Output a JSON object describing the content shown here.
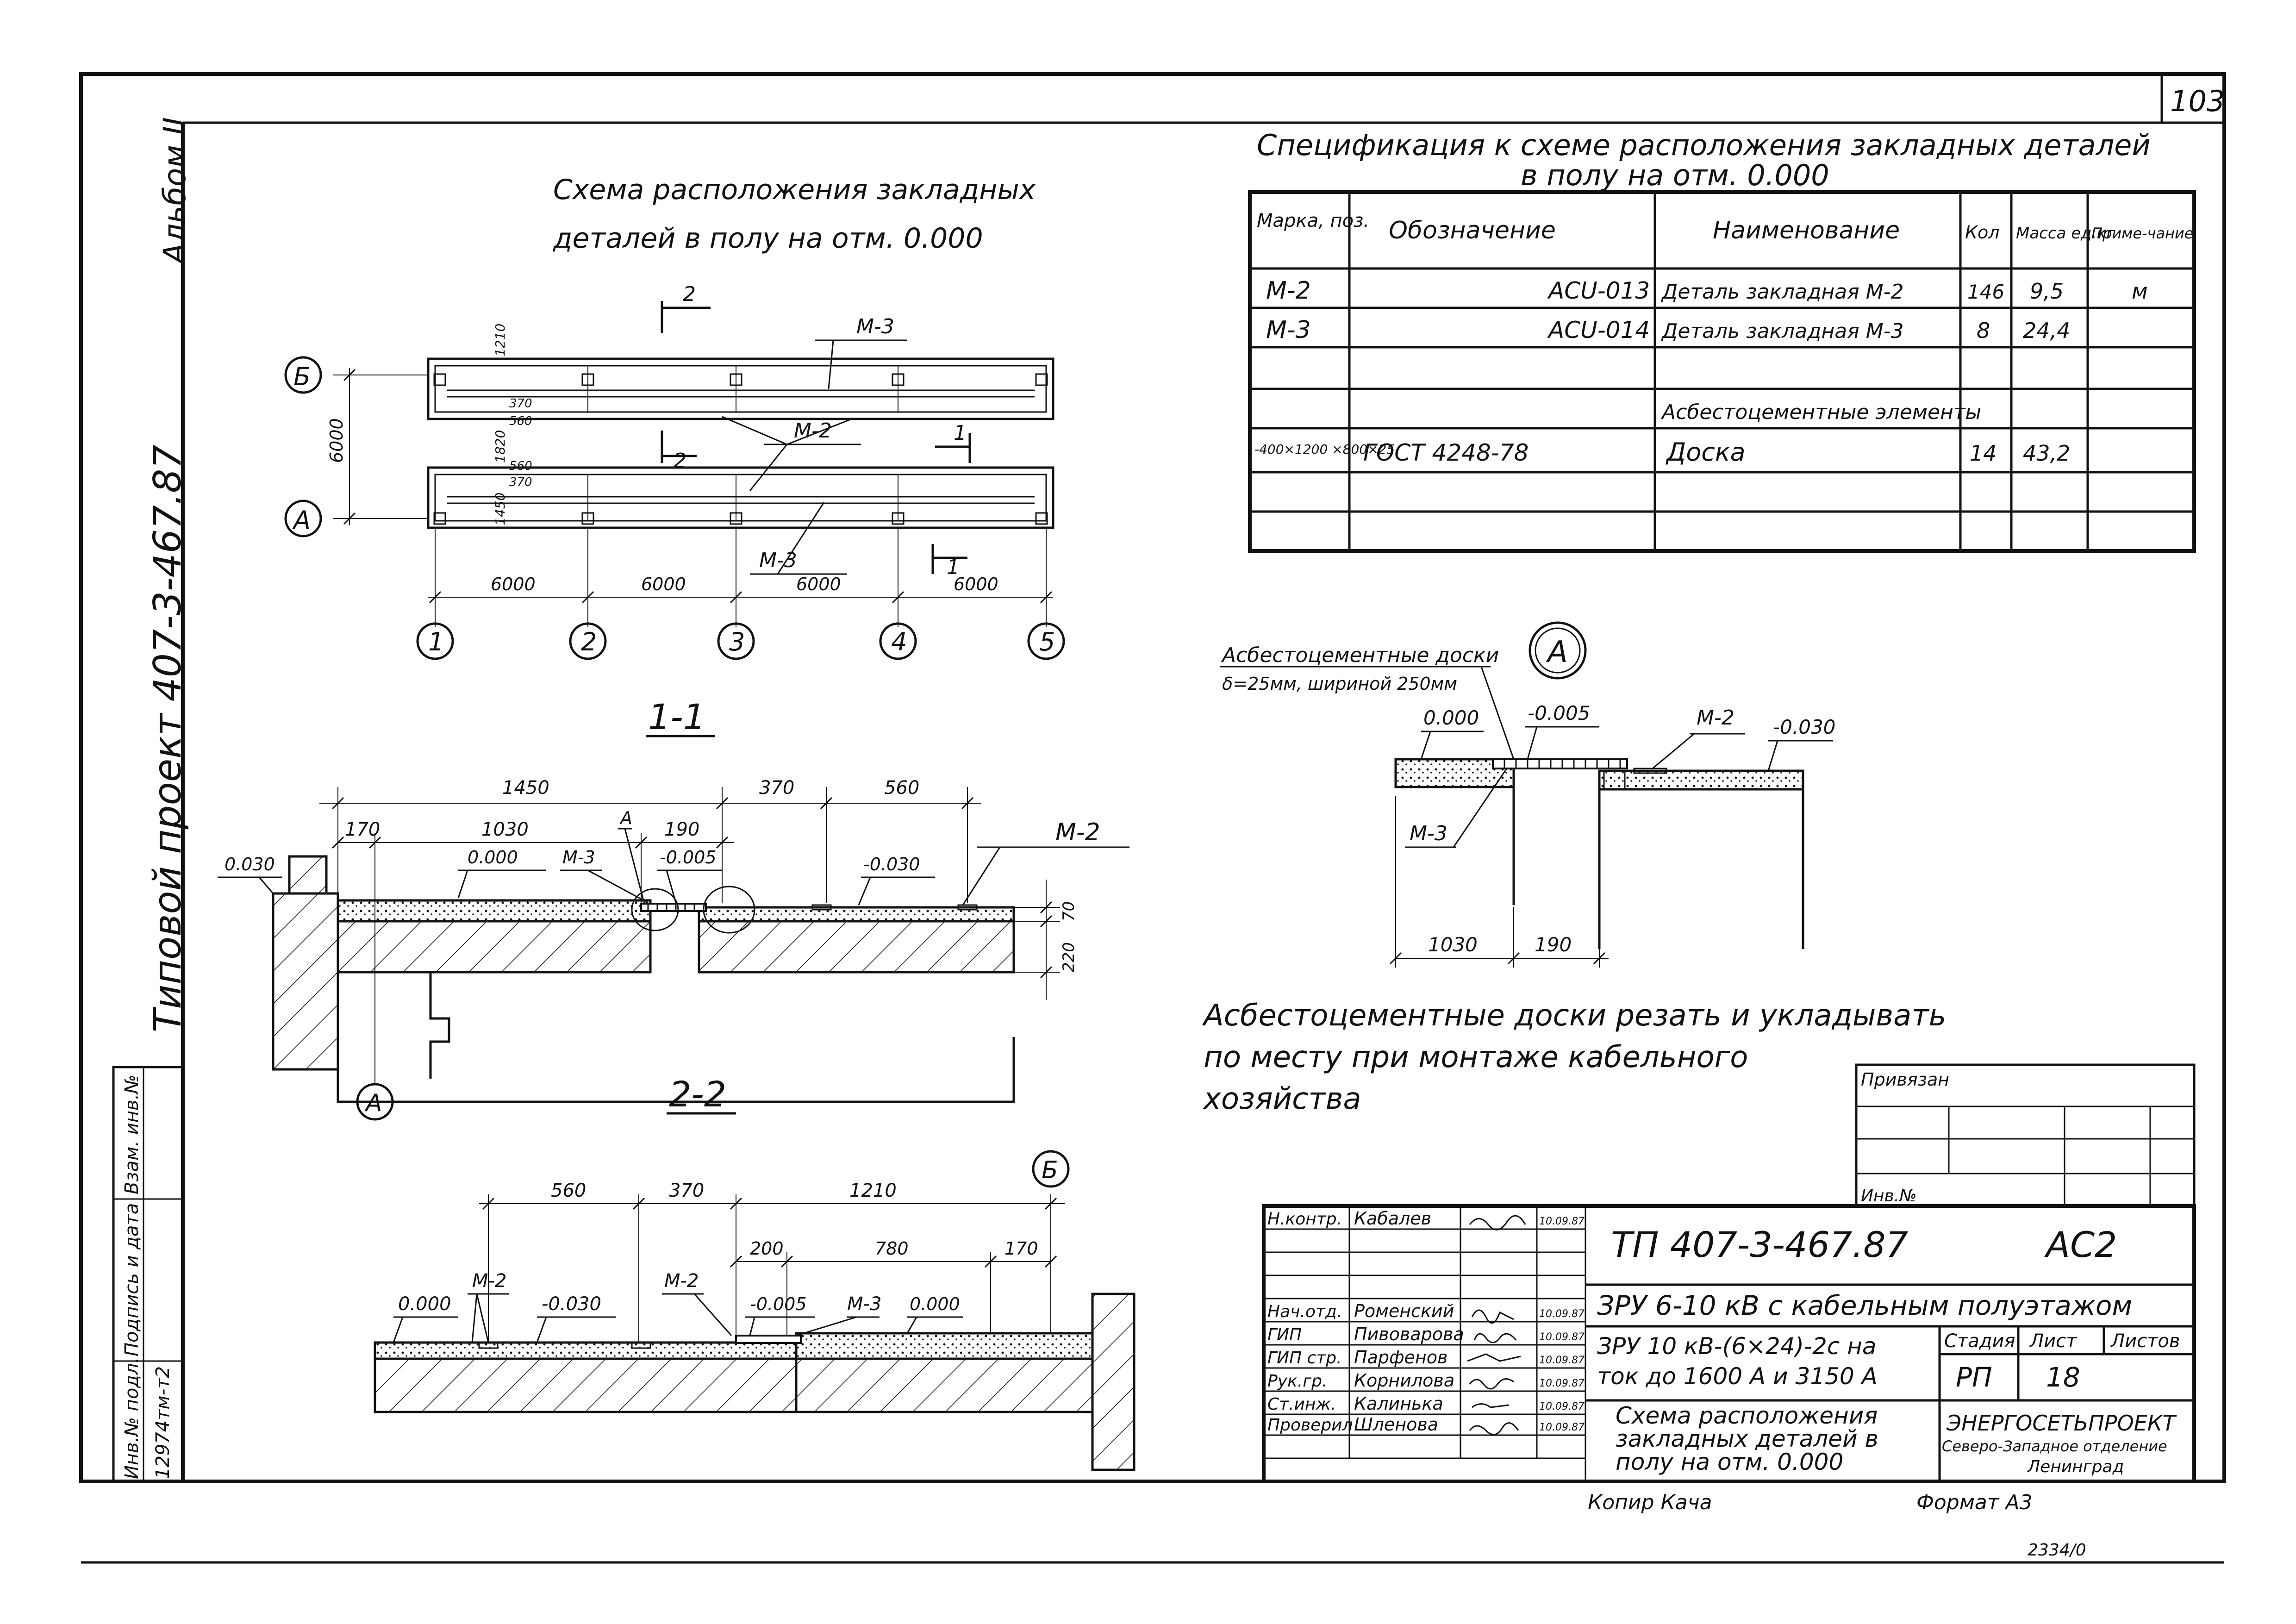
{
  "page_number": "103",
  "album": "Альбом II",
  "project_side": "Типовой проект  407-3-467.87",
  "side_stamp": {
    "labels": [
      "Инв.№ подл.",
      "Подпись и дата",
      "Взам. инв.№"
    ],
    "inv_number": "12974тм-т2"
  },
  "plan": {
    "title_line1": "Схема расположения закладных",
    "title_line2": "деталей в полу на отм. 0.000",
    "axes_letters": [
      "Б",
      "А"
    ],
    "axes_numbers": [
      "1",
      "2",
      "3",
      "4",
      "5"
    ],
    "dim_spans": [
      "6000",
      "6000",
      "6000",
      "6000"
    ],
    "dim_vertical": "6000",
    "dim_side": [
      "1210",
      "370",
      "560",
      "1820",
      "560",
      "370",
      "1450"
    ],
    "labels": {
      "m3_top": "М-3",
      "m2": "М-2",
      "m3_bottom": "М-3"
    },
    "section_marks": [
      "2",
      "2",
      "1",
      "1"
    ]
  },
  "section_1_1": {
    "title": "1-1",
    "dims_top": [
      "1450",
      "370",
      "560"
    ],
    "dims_sub": [
      "170",
      "1030",
      "190"
    ],
    "levels": [
      "0.030",
      "0.000",
      "-0.005",
      "-0.030"
    ],
    "labels": [
      "А",
      "М-3",
      "М-2"
    ],
    "dims_right": [
      "70",
      "220"
    ],
    "axis": "А"
  },
  "section_2_2": {
    "title": "2-2",
    "dims_top": [
      "560",
      "370",
      "1210"
    ],
    "dims_sub": [
      "200",
      "780",
      "170"
    ],
    "levels": [
      "0.000",
      "-0.030",
      "-0.005",
      "0.000"
    ],
    "labels": [
      "М-2",
      "М-2",
      "М-3"
    ],
    "axis": "Б"
  },
  "spec": {
    "title_line1": "Спецификация  к схеме  расположения  закладных  деталей",
    "title_line2": "в полу  на отм. 0.000",
    "headers": [
      "Марка, поз.",
      "Обозначение",
      "Наименование",
      "Кол",
      "Масса ед.кг",
      "Приме-чание"
    ],
    "rows": [
      [
        "М-2",
        "АСU-013",
        "Деталь закладная  М-2",
        "146",
        "9,5",
        "м"
      ],
      [
        "М-3",
        "АСU-014",
        "Деталь закладная М-3",
        "8",
        "24,4",
        ""
      ],
      [
        "",
        "",
        "",
        "",
        "",
        ""
      ],
      [
        "",
        "",
        "Асбестоцементные элементы",
        "",
        "",
        ""
      ],
      [
        "-400×1200 ×800×25",
        "ГОСТ  4248-78",
        "Доска",
        "14",
        "43,2",
        ""
      ],
      [
        "",
        "",
        "",
        "",
        "",
        ""
      ],
      [
        "",
        "",
        "",
        "",
        "",
        ""
      ]
    ]
  },
  "detail_a": {
    "marker": "А",
    "note_line1": "Асбестоцементные доски",
    "note_line2": "δ=25мм, шириной 250мм",
    "levels": [
      "0.000",
      "-0.005",
      "-0.030"
    ],
    "labels": [
      "М-2",
      "М-3"
    ],
    "dims": [
      "1030",
      "190"
    ]
  },
  "note": {
    "line1": "Асбестоцементные доски резать и укладывать",
    "line2": "по месту при монтаже кабельного",
    "line3": "хозяйства"
  },
  "binding": {
    "label": "Привязан",
    "inv": "Инв.№"
  },
  "title_block": {
    "code": "ТП   407-3-467.87",
    "mark": "АС2",
    "object": "ЗРУ 6-10 кВ с кабельным полуэтажом",
    "subject_line1": "ЗРУ 10 кВ-(6×24)-2с на",
    "subject_line2": "ток до 1600 А и 3150 А",
    "sheet_title_line1": "Схема расположения",
    "sheet_title_line2": "закладных деталей в",
    "sheet_title_line3": "полу на отм. 0.000",
    "stage_label": "Стадия",
    "sheet_label": "Лист",
    "sheets_label": "Листов",
    "stage": "РП",
    "sheet": "18",
    "org_line1": "ЭНЕРГОСЕТЬПРОЕКТ",
    "org_line2": "Северо-Западное отделение",
    "org_line3": "Ленинград",
    "people": [
      [
        "Н.контр.",
        "Кабалев",
        "10.09.87"
      ],
      [
        "Нач.отд.",
        "Роменский",
        "10.09.87"
      ],
      [
        "ГИП",
        "Пивоварова",
        "10.09.87"
      ],
      [
        "ГИП стр.",
        "Парфенов",
        "10.09.87"
      ],
      [
        "Рук.гр.",
        "Корнилова",
        "10.09.87"
      ],
      [
        "Ст.инж.",
        "Калинька",
        "10.09.87"
      ],
      [
        "Проверил",
        "Шленова",
        "10.09.87"
      ]
    ],
    "copied": "Копир Кача",
    "format": "Формат А3",
    "archive": "2334/0"
  }
}
